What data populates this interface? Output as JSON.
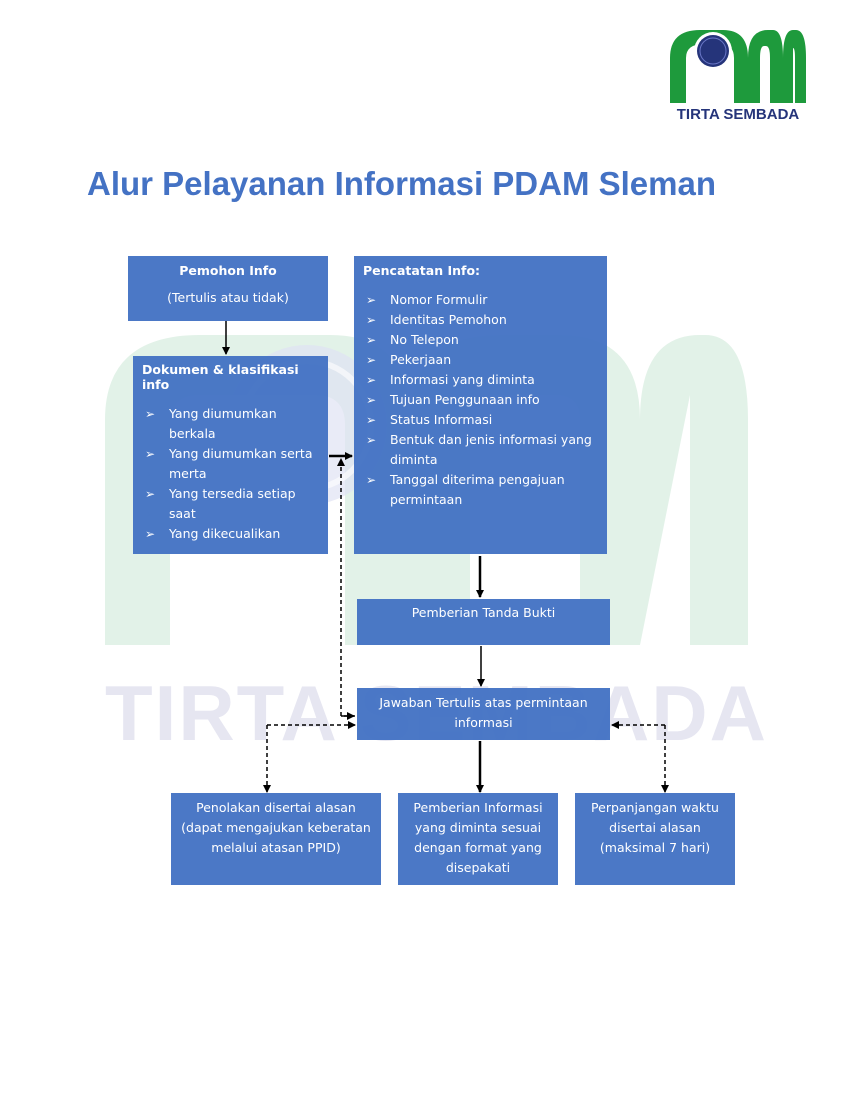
{
  "logo": {
    "brand_text": "TIRTA SEMBADA",
    "colors": {
      "green": "#1e9a3c",
      "navy": "#25347a"
    }
  },
  "watermark": {
    "text": "TIRTA SEMBADA"
  },
  "title": "Alur Pelayanan Informasi PDAM Sleman",
  "colors": {
    "title": "#4472c4",
    "box_fill": "#4472c4",
    "arrow": "#000000"
  },
  "nodes": {
    "pemohon": {
      "title": "Pemohon Info",
      "subtitle": "(Tertulis atau tidak)"
    },
    "dokumen": {
      "title": "Dokumen & klasifikasi info",
      "items": [
        "Yang diumumkan berkala",
        "Yang diumumkan serta merta",
        "Yang tersedia setiap saat",
        "Yang dikecualikan"
      ]
    },
    "pencatatan": {
      "title": "Pencatatan Info:",
      "items": [
        "Nomor Formulir",
        "Identitas Pemohon",
        "No Telepon",
        "Pekerjaan",
        "Informasi yang diminta",
        "Tujuan Penggunaan info",
        "Status Informasi",
        "Bentuk dan jenis informasi yang diminta",
        "Tanggal diterima pengajuan permintaan"
      ]
    },
    "tanda_bukti": {
      "text": "Pemberian Tanda Bukti"
    },
    "jawaban": {
      "text": "Jawaban Tertulis atas permintaan informasi"
    },
    "penolakan": {
      "text": "Penolakan disertai alasan (dapat mengajukan keberatan melalui atasan PPID)"
    },
    "pemberian": {
      "text": "Pemberian Informasi yang diminta sesuai dengan format yang disepakati"
    },
    "perpanjangan": {
      "text": "Perpanjangan waktu disertai alasan (maksimal 7 hari)"
    }
  },
  "edges": [
    {
      "from": "pemohon",
      "to": "dokumen",
      "style": "solid"
    },
    {
      "from": "dokumen",
      "to": "pencatatan",
      "style": "solid"
    },
    {
      "from": "pencatatan",
      "to": "tanda_bukti",
      "style": "solid"
    },
    {
      "from": "tanda_bukti",
      "to": "jawaban",
      "style": "solid"
    },
    {
      "from": "jawaban",
      "to": "pemberian",
      "style": "solid"
    },
    {
      "from": "jawaban",
      "to": "dokumen",
      "style": "dashed",
      "bidirectional": true
    },
    {
      "from": "jawaban",
      "to": "penolakan",
      "style": "dashed",
      "bidirectional": true
    },
    {
      "from": "jawaban",
      "to": "perpanjangan",
      "style": "dashed",
      "bidirectional": true
    }
  ]
}
